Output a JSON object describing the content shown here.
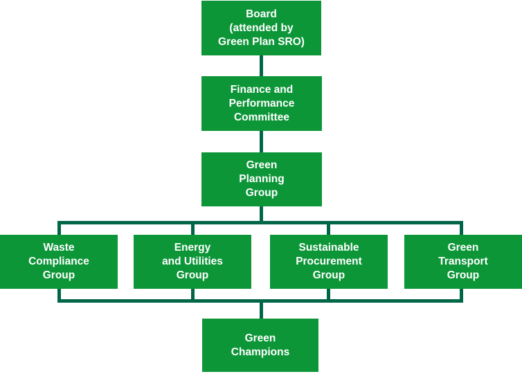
{
  "colors": {
    "box_fill_green": "#0d9638",
    "connector_dark_green": "#006648",
    "box_text": "#ffffff",
    "background": "#ffffff"
  },
  "org_chart": {
    "type": "organisation-governance-chart",
    "nodes": {
      "board": {
        "label": "Board\n(attended by\nGreen Plan SRO)"
      },
      "finance": {
        "label": "Finance and\nPerformance\nCommittee"
      },
      "planning": {
        "label": "Green\nPlanning\nGroup"
      },
      "waste": {
        "label": "Waste\nCompliance\nGroup"
      },
      "energy": {
        "label": "Energy\nand Utilities\nGroup"
      },
      "sustainable": {
        "label": "Sustainable\nProcurement\nGroup"
      },
      "transport": {
        "label": "Green\nTransport\nGroup"
      },
      "champions": {
        "label": "Green\nChampions"
      }
    },
    "edges": [
      {
        "from": "board",
        "to": "finance"
      },
      {
        "from": "finance",
        "to": "planning"
      },
      {
        "from": "planning",
        "to": "waste"
      },
      {
        "from": "planning",
        "to": "energy"
      },
      {
        "from": "planning",
        "to": "sustainable"
      },
      {
        "from": "planning",
        "to": "transport"
      },
      {
        "from": "waste",
        "to": "champions"
      },
      {
        "from": "energy",
        "to": "champions"
      },
      {
        "from": "sustainable",
        "to": "champions"
      },
      {
        "from": "transport",
        "to": "champions"
      }
    ]
  }
}
